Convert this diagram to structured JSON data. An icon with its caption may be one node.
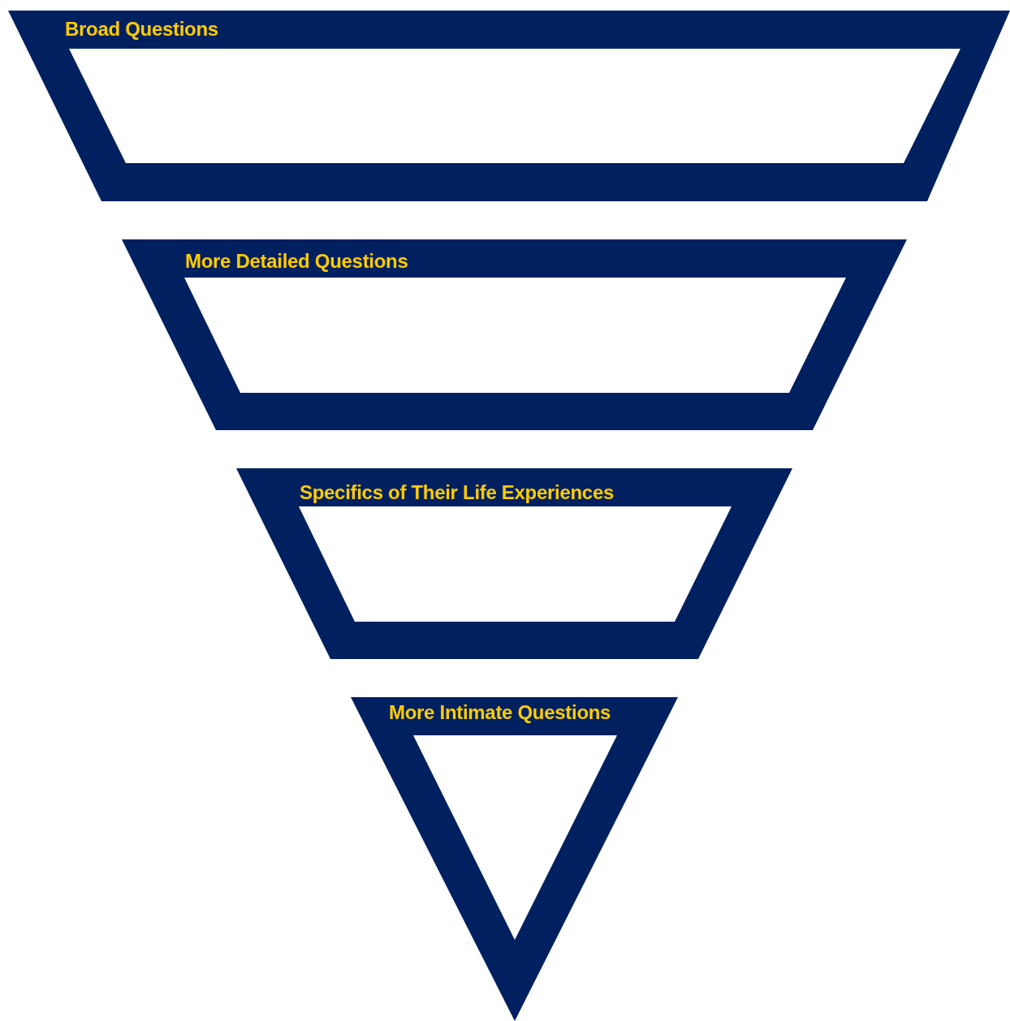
{
  "diagram": {
    "nodes": [
      {
        "text": [
          "Broad Questions"
        ]
      },
      {
        "text": [
          "More Detailed Questions"
        ]
      },
      {
        "text": [
          "Specifics of Their Life Experiences"
        ]
      },
      {
        "text": [
          "More Intimate Questions"
        ]
      }
    ]
  }
}
